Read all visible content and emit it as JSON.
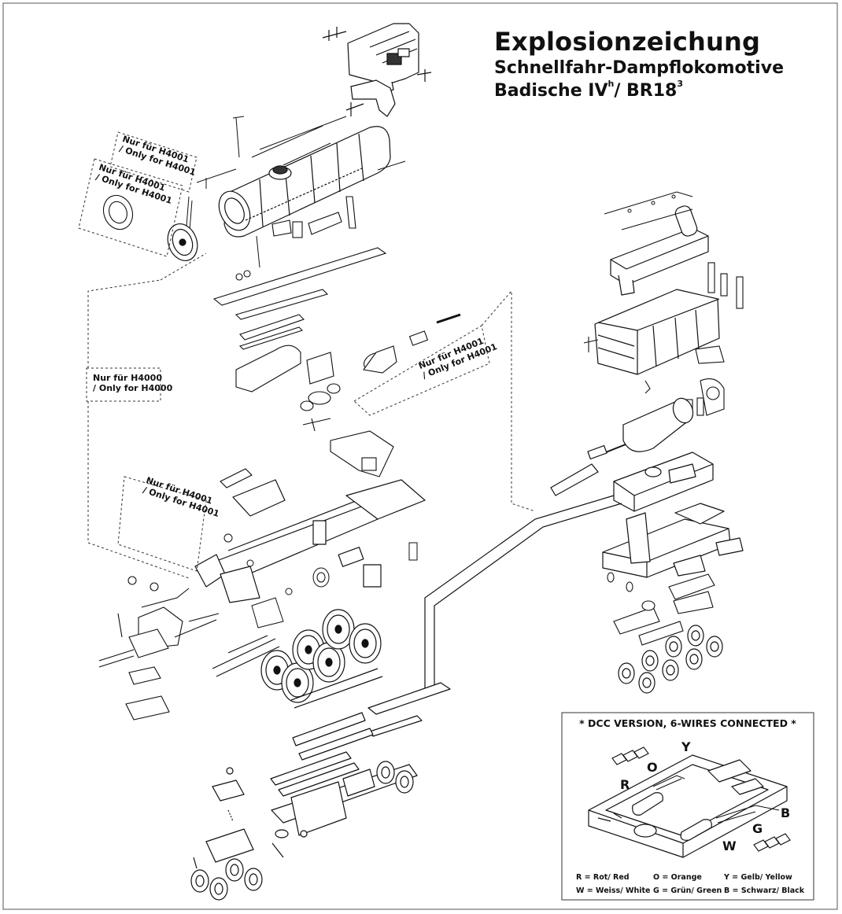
{
  "title": {
    "line1": "Explosionzeichung",
    "line2": "Schnellfahr-Dampflokomotive",
    "line3_main": "Badische IV",
    "line3_sup1": "h",
    "line3_mid": "/ BR18",
    "line3_sup2": "3"
  },
  "notes": {
    "h4001_a_line1": "Nur für H4001",
    "h4001_a_line2": "/ Only for H4001",
    "h4001_b_line1": "Nur für H4001",
    "h4001_b_line2": "/ Only for H4001",
    "h4001_c_line1": "Nur für H4001",
    "h4001_c_line2": "/ Only for H4001",
    "h4001_d_line1": "Nur für H4001",
    "h4001_d_line2": "/ Only for H4001",
    "h4000_line1": "Nur für H4000",
    "h4000_line2": "/ Only for H4000"
  },
  "dcc": {
    "title": "* DCC VERSION, 6-WIRES CONNECTED *",
    "wire_letters": {
      "r": "R",
      "o": "O",
      "y": "Y",
      "b": "B",
      "g": "G",
      "w": "W"
    },
    "legend": {
      "r": "R = Rot/ Red",
      "o": "O = Orange",
      "y": "Y = Gelb/ Yellow",
      "w": "W = Weiss/ White",
      "g": "G = Grün/ Green",
      "b": "B = Schwarz/ Black"
    }
  }
}
